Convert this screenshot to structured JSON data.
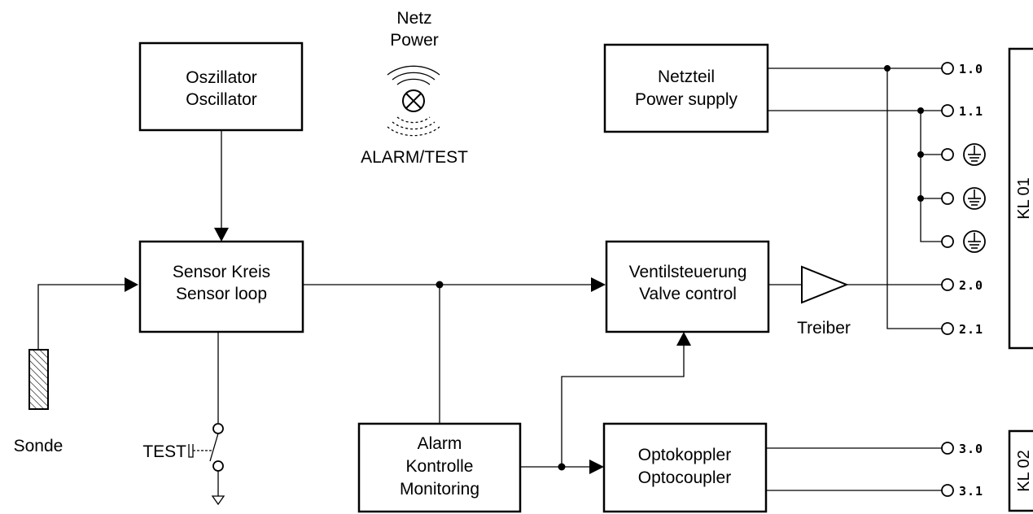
{
  "blocks": {
    "oscillator": {
      "line1": "Oszillator",
      "line2": "Oscillator"
    },
    "sensor": {
      "line1": "Sensor Kreis",
      "line2": "Sensor loop"
    },
    "power_supply": {
      "line1": "Netzteil",
      "line2": "Power supply"
    },
    "valve": {
      "line1": "Ventilsteuerung",
      "line2": "Valve control"
    },
    "alarm": {
      "line1": "Alarm",
      "line2": "Kontrolle",
      "line3": "Monitoring"
    },
    "optocoupler": {
      "line1": "Optokoppler",
      "line2": "Optocoupler"
    }
  },
  "lamp": {
    "line1": "Netz",
    "line2": "Power",
    "bottom": "ALARM/TEST"
  },
  "labels": {
    "probe": "Sonde",
    "test": "TEST",
    "driver": "Treiber"
  },
  "terminals": [
    "1.0",
    "1.1",
    "2.0",
    "2.1",
    "3.0",
    "3.1"
  ],
  "terminal_blocks": {
    "kl01": "KL 01",
    "kl02": "KL 02"
  }
}
